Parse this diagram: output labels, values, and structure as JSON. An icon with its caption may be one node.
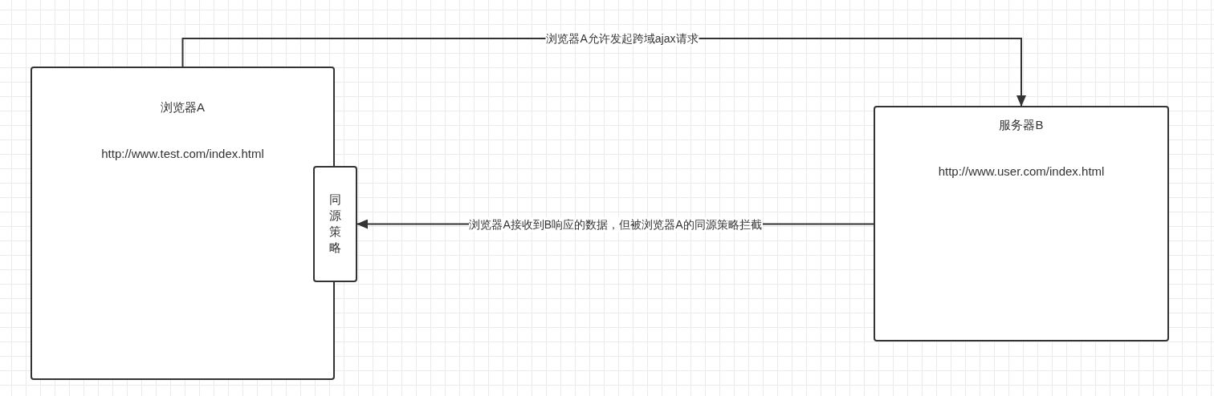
{
  "diagram": {
    "nodes": [
      {
        "text": [
          "浏览器A",
          "http://www.test.com/index.html"
        ]
      },
      {
        "text": [
          "同源策略"
        ]
      },
      {
        "text": [
          "服务器B",
          "http://www.user.com/index.html"
        ]
      }
    ],
    "edges": [
      {
        "from": 0,
        "to": 2,
        "arrow": "to",
        "label": "浏览器A允许发起跨域ajax请求"
      },
      {
        "from": 2,
        "to": 1,
        "arrow": "to",
        "label": "浏览器A接收到B响应的数据，但被浏览器A的同源策略拦截"
      }
    ]
  }
}
